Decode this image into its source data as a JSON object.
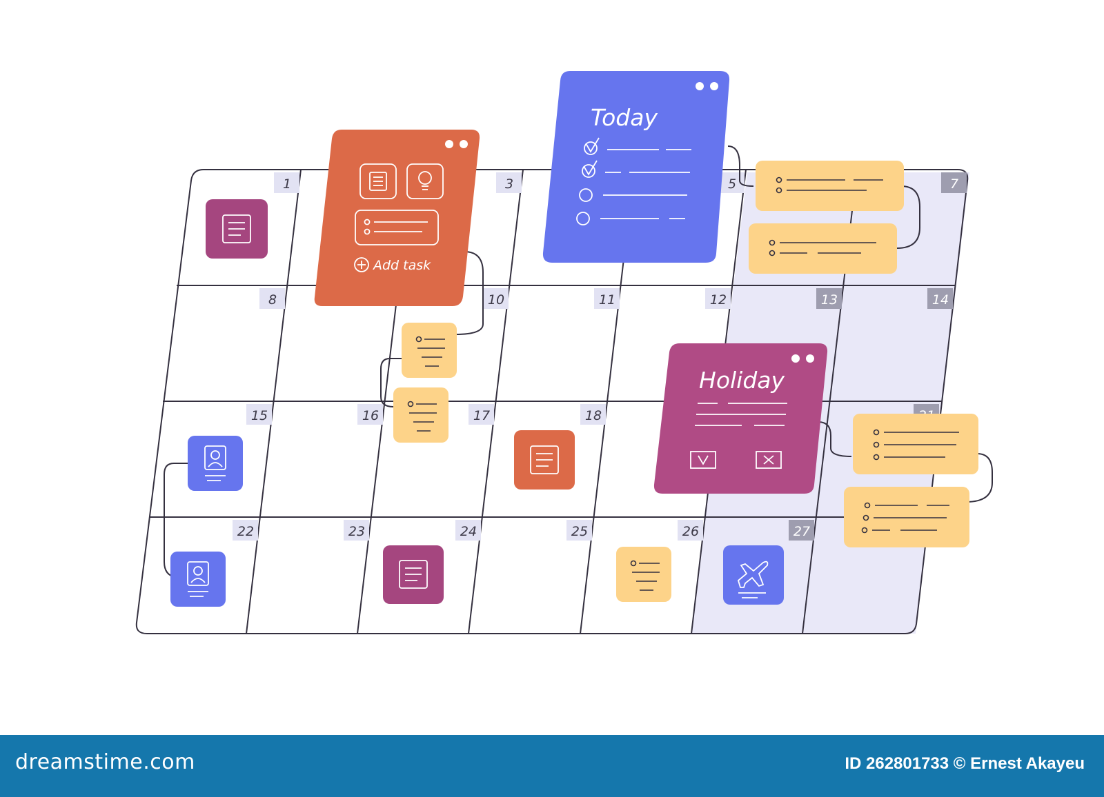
{
  "calendar": {
    "day_numbers": [
      "1",
      "3",
      "5",
      "7",
      "8",
      "10",
      "11",
      "12",
      "13",
      "14",
      "15",
      "16",
      "17",
      "18",
      "21",
      "22",
      "23",
      "24",
      "25",
      "26",
      "27"
    ]
  },
  "cards": {
    "today": {
      "title": "Today",
      "color": "#6675ee"
    },
    "tasks": {
      "add_task_label": "Add task",
      "color": "#dc6a48"
    },
    "holiday": {
      "title": "Holiday",
      "color": "#b04b85"
    }
  },
  "colors": {
    "purple_tile": "#a5467f",
    "blue_tile": "#6675ee",
    "orange_tile": "#dc6a48",
    "yellow_note": "#fdd389",
    "weekend_shade": "#e9e8f8",
    "grid_line": "#34303f"
  },
  "icons": [
    "document-icon",
    "lightbulb-icon",
    "user-card-icon",
    "airplane-icon",
    "checkbox-icon",
    "plus-icon",
    "close-icon",
    "window-dots-icon"
  ],
  "footer": {
    "brand": "dreamstime.com",
    "credit": "ID 262801733 © Ernest Akayeu"
  }
}
